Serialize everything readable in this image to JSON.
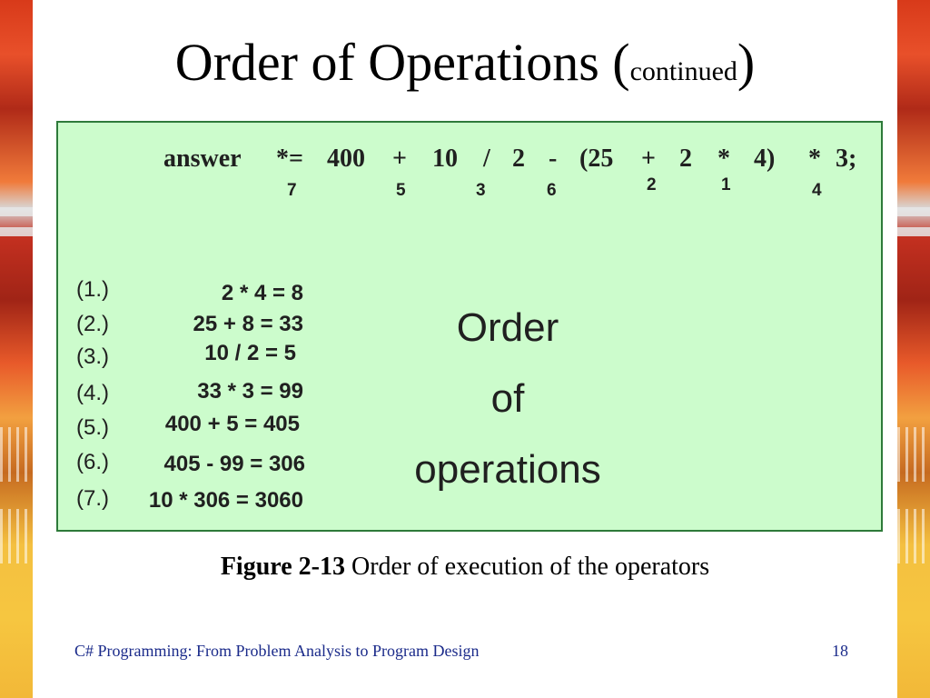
{
  "slide": {
    "title": "Order of Operations (",
    "title_small": "continued",
    "title_close": ")"
  },
  "figure": {
    "expression": [
      {
        "token": "answer",
        "order": ""
      },
      {
        "token": "*=",
        "order": "7"
      },
      {
        "token": "400",
        "order": ""
      },
      {
        "token": "+",
        "order": "5"
      },
      {
        "token": "10",
        "order": ""
      },
      {
        "token": "/",
        "order": "3"
      },
      {
        "token": "2",
        "order": ""
      },
      {
        "token": "-",
        "order": "6"
      },
      {
        "token": "(25",
        "order": ""
      },
      {
        "token": "+",
        "order": "2"
      },
      {
        "token": "2",
        "order": ""
      },
      {
        "token": "*",
        "order": "1"
      },
      {
        "token": "4)",
        "order": ""
      },
      {
        "token": "*",
        "order": "4"
      },
      {
        "token": "3;",
        "order": ""
      }
    ],
    "steps": [
      {
        "label": "(1.)",
        "calc": "2 * 4 = 8"
      },
      {
        "label": "(2.)",
        "calc": "25 + 8 = 33"
      },
      {
        "label": "(3.)",
        "calc": "10 / 2 = 5"
      },
      {
        "label": "(4.)",
        "calc": "33 * 3 = 99"
      },
      {
        "label": "(5.)",
        "calc": "400 + 5 = 405"
      },
      {
        "label": "(6.)",
        "calc": "405 - 99 = 306"
      },
      {
        "label": "(7.)",
        "calc": "10 * 306 = 3060"
      }
    ],
    "big_text": [
      "Order",
      "of",
      "operations"
    ]
  },
  "caption": {
    "figure_label": "Figure 2-13",
    "text": " Order of execution of the operators"
  },
  "footer": {
    "book": "C# Programming: From Problem Analysis to Program Design",
    "page": "18"
  },
  "colors": {
    "figure_bg": "#ccfccc",
    "figure_border": "#2e7a3a",
    "footer_text": "#1a2a8a"
  }
}
